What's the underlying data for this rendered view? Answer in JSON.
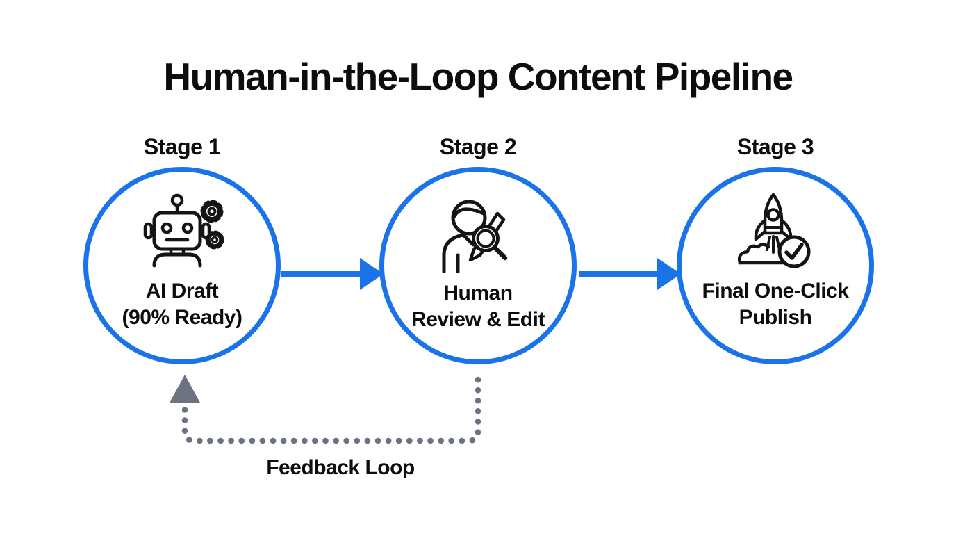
{
  "title": "Human-in-the-Loop Content Pipeline",
  "stages": [
    {
      "label": "Stage 1",
      "line1": "AI Draft",
      "line2": "(90% Ready)",
      "icon": "robot-gears-icon"
    },
    {
      "label": "Stage 2",
      "line1": "Human",
      "line2": "Review & Edit",
      "icon": "human-review-magnifier-pencil-icon"
    },
    {
      "label": "Stage 3",
      "line1": "Final One-Click",
      "line2": "Publish",
      "icon": "rocket-launch-check-icon"
    }
  ],
  "feedback": {
    "label": "Feedback Loop"
  },
  "colors": {
    "accent_blue": "#1a73e8",
    "feedback_gray": "#6b7280",
    "text_black": "#0d0d0d",
    "icon_stroke": "#141414",
    "background": "#ffffff"
  }
}
